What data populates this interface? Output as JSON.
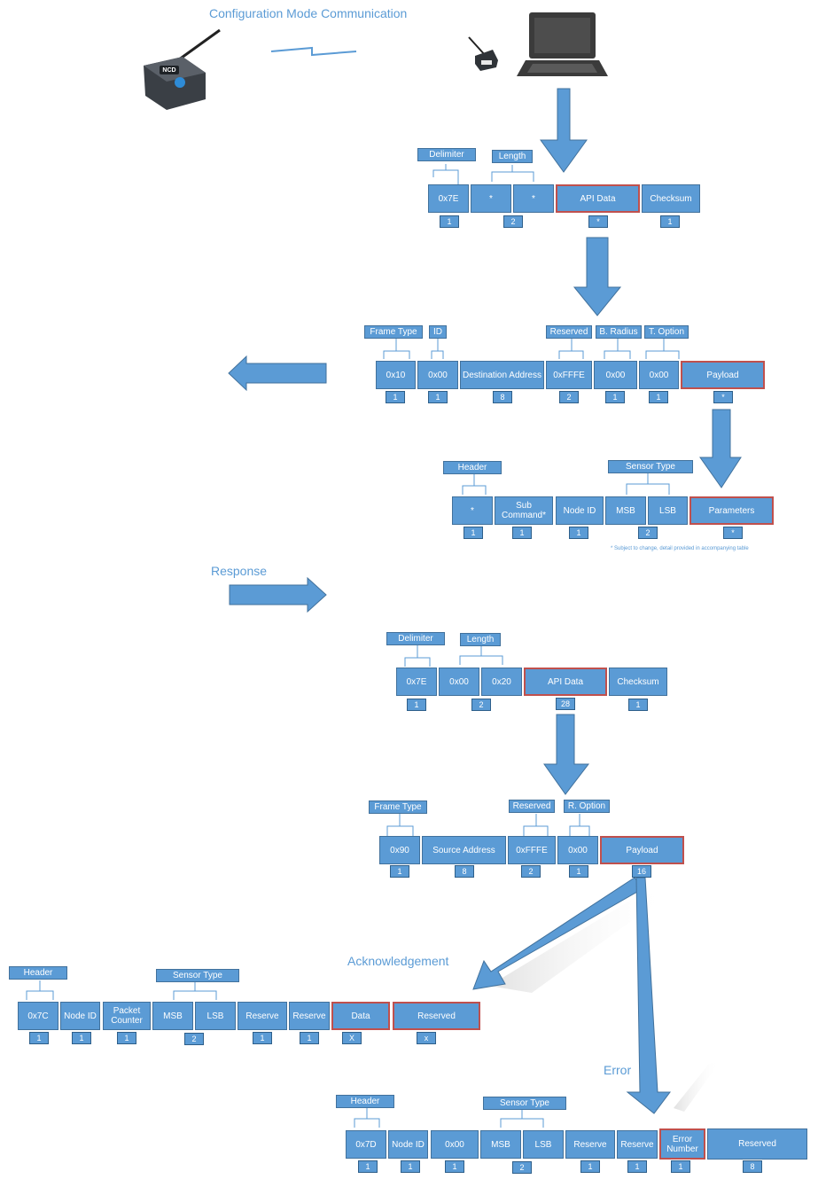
{
  "title": "Configuration Mode Communication",
  "response_label": "Response",
  "ack_label": "Acknowledgement",
  "error_label": "Error",
  "footnote": "* Subject to change, detail provided in accompanying table",
  "device_logo": "NCD",
  "tx_frame": {
    "tags": {
      "delimiter": "Delimiter",
      "length": "Length"
    },
    "cells": [
      "0x7E",
      "*",
      "*",
      "API Data",
      "Checksum"
    ],
    "sizes": [
      "1",
      "2",
      "*",
      "1"
    ]
  },
  "tx_api": {
    "tags": {
      "frame_type": "Frame Type",
      "id": "ID",
      "reserved": "Reserved",
      "b_radius": "B. Radius",
      "t_option": "T. Option"
    },
    "cells": [
      "0x10",
      "0x00",
      "Destination Address",
      "0xFFFE",
      "0x00",
      "0x00",
      "Payload"
    ],
    "sizes": [
      "1",
      "1",
      "8",
      "2",
      "1",
      "1",
      "*"
    ]
  },
  "tx_payload": {
    "tags": {
      "header": "Header",
      "sensor_type": "Sensor Type"
    },
    "cells": [
      "*",
      "Sub Command*",
      "Node ID",
      "MSB",
      "LSB",
      "Parameters"
    ],
    "sizes": [
      "1",
      "1",
      "1",
      "2",
      "*"
    ]
  },
  "rx_frame": {
    "tags": {
      "delimiter": "Delimiter",
      "length": "Length"
    },
    "cells": [
      "0x7E",
      "0x00",
      "0x20",
      "API Data",
      "Checksum"
    ],
    "sizes": [
      "1",
      "2",
      "28",
      "1"
    ]
  },
  "rx_api": {
    "tags": {
      "frame_type": "Frame Type",
      "reserved": "Reserved",
      "r_option": "R. Option"
    },
    "cells": [
      "0x90",
      "Source Address",
      "0xFFFE",
      "0x00",
      "Payload"
    ],
    "sizes": [
      "1",
      "8",
      "2",
      "1",
      "16"
    ]
  },
  "ack": {
    "tags": {
      "header": "Header",
      "sensor_type": "Sensor Type"
    },
    "cells": [
      "0x7C",
      "Node ID",
      "Packet Counter",
      "MSB",
      "LSB",
      "Reserve",
      "Reserve",
      "Data",
      "Reserved"
    ],
    "sizes": [
      "1",
      "1",
      "1",
      "2",
      "1",
      "1",
      "X",
      "x"
    ]
  },
  "error": {
    "tags": {
      "header": "Header",
      "sensor_type": "Sensor Type"
    },
    "cells": [
      "0x7D",
      "Node ID",
      "0x00",
      "MSB",
      "LSB",
      "Reserve",
      "Reserve",
      "Error Number",
      "Reserved"
    ],
    "sizes": [
      "1",
      "1",
      "1",
      "2",
      "1",
      "1",
      "1",
      "8"
    ]
  },
  "colors": {
    "box_fill": "#5b9bd5",
    "box_border": "#41719c",
    "highlight_border": "#c0504d",
    "label_text": "#5b9bd5"
  }
}
